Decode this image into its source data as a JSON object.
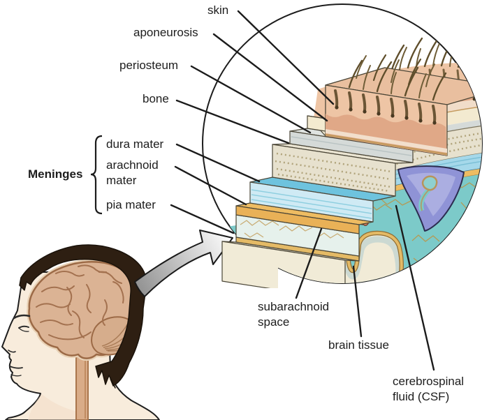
{
  "figure": {
    "labels": {
      "skin": "skin",
      "aponeurosis": "aponeurosis",
      "periosteum": "periosteum",
      "bone": "bone",
      "meninges_group": "Meninges",
      "dura": "dura mater",
      "arachnoid": "arachnoid mater",
      "pia": "pia mater",
      "subarachnoid": "subarachnoid space",
      "brain_tissue": "brain tissue",
      "csf": "cerebrospinal fluid (CSF)"
    },
    "colors": {
      "skin_top": "#e9bf9f",
      "skin_front": "#eec5a5",
      "dermis": "#e0a887",
      "aponeurosis_cream": "#f3ead0",
      "periosteum_gray": "#d5dad8",
      "bone_speckled": "#e7e1ce",
      "dura_top": "#6ec3de",
      "dura_front": "#cfeaf4",
      "dura_band": "#a5d8ea",
      "arachnoid_orange": "#eebc62",
      "subarachnoid_teal": "#7ccac9",
      "pia_tan": "#e4ba66",
      "brain_cream": "#f1ebd7",
      "sinus_purple": "#8f93d6",
      "vessel_red": "#b55f47",
      "hair_dark": "#2e1f12",
      "brain_illustration_tan": "#dbb394",
      "line_black": "#1b1b1b"
    }
  }
}
